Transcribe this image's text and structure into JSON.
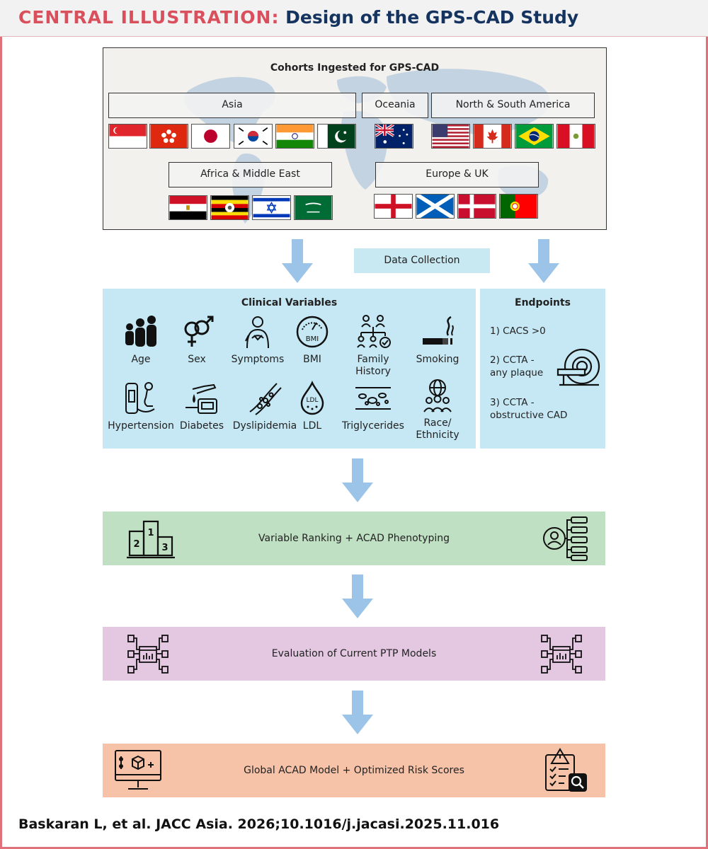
{
  "header": {
    "title_prefix": "CENTRAL ILLUSTRATION:",
    "title_main": "Design of the GPS-CAD Study",
    "colors": {
      "prefix": "#d94f5c",
      "main": "#15335f",
      "frame": "#e0707a"
    }
  },
  "cohorts": {
    "title": "Cohorts Ingested for GPS-CAD",
    "regions": {
      "asia": "Asia",
      "oceania": "Oceania",
      "americas": "North & South America",
      "africa_me": "Africa & Middle East",
      "europe": "Europe & UK"
    },
    "flags": [
      "singapore-flag",
      "hong-kong-flag",
      "japan-flag",
      "south-korea-flag",
      "india-flag",
      "pakistan-flag",
      "australia-flag",
      "usa-flag",
      "canada-flag",
      "brazil-flag",
      "peru-flag",
      "egypt-flag",
      "uganda-flag",
      "israel-flag",
      "saudi-arabia-flag",
      "england-flag",
      "scotland-flag",
      "denmark-flag",
      "portugal-flag"
    ]
  },
  "data_collection": "Data Collection",
  "clinical": {
    "title": "Clinical Variables",
    "vars": {
      "age": "Age",
      "sex": "Sex",
      "symptoms": "Symptoms",
      "bmi": "BMI",
      "family_1": "Family",
      "family_2": "History",
      "smoking": "Smoking",
      "hypertension": "Hypertension",
      "diabetes": "Diabetes",
      "dyslipidemia": "Dyslipidemia",
      "ldl": "LDL",
      "triglycerides": "Triglycerides",
      "race_1": "Race/",
      "race_2": "Ethnicity"
    },
    "icon_text": {
      "bmi": "BMI",
      "ldl": "LDL"
    }
  },
  "endpoints": {
    "title": "Endpoints",
    "items": [
      {
        "line1": "1) CACS >0",
        "line2": ""
      },
      {
        "line1": "2) CCTA -",
        "line2": "any plaque"
      },
      {
        "line1": "3) CCTA -",
        "line2": "obstructive CAD"
      }
    ]
  },
  "stages": {
    "ranking": "Variable Ranking + ACAD Phenotyping",
    "evaluation": "Evaluation of Current PTP Models",
    "global": "Global ACAD Model + Optimized Risk Scores",
    "podium_numbers": [
      "2",
      "1",
      "3"
    ]
  },
  "colors": {
    "arrow": "#9cc4e8",
    "clinical_bg": "#c5e8f4",
    "ranking_bg": "#bfe0c2",
    "evaluation_bg": "#e4c7e1",
    "global_bg": "#f6c3a8"
  },
  "citation": "Baskaran L, et al. JACC Asia. 2026;10.1016/j.jacasi.2025.11.016"
}
